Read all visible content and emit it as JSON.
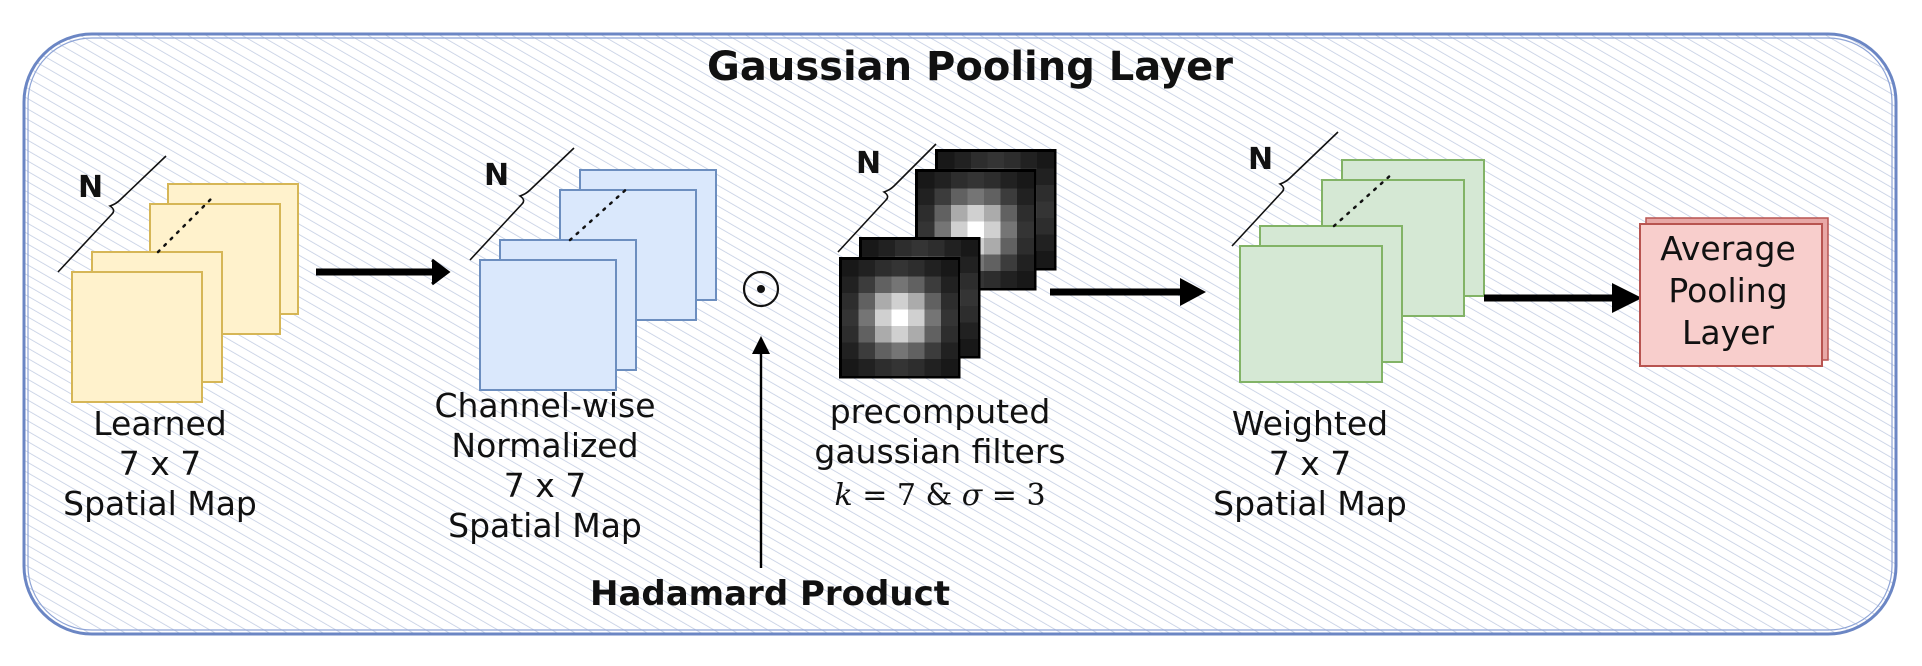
{
  "title": "Gaussian Pooling Layer",
  "n_symbol": "N",
  "stages": {
    "learned": [
      "Learned",
      "7 x 7",
      "Spatial Map"
    ],
    "normalized": [
      "Channel-wise",
      "Normalized",
      "7 x 7",
      "Spatial Map"
    ],
    "filters": [
      "precomputed",
      "gaussian filters"
    ],
    "filters_params": {
      "k": "k",
      "k_value": "= 7 &",
      "sigma": "σ",
      "sigma_value": "= 3"
    },
    "weighted": [
      "Weighted",
      "7 x 7",
      "Spatial Map"
    ]
  },
  "operator": {
    "symbol": "⊙",
    "label": "Hadamard Product"
  },
  "output": {
    "lines": [
      "Average",
      "Pooling",
      "Layer"
    ]
  },
  "colors": {
    "frame_border": "#6b86c4",
    "learned_fill": "#fff2cc",
    "learned_stroke": "#d6b656",
    "normalized_fill": "#dae8fc",
    "normalized_stroke": "#6c8ebf",
    "weighted_fill": "#d5e8d4",
    "weighted_stroke": "#82b366",
    "output_fill": "#f8cecc",
    "output_stroke": "#b85450"
  }
}
